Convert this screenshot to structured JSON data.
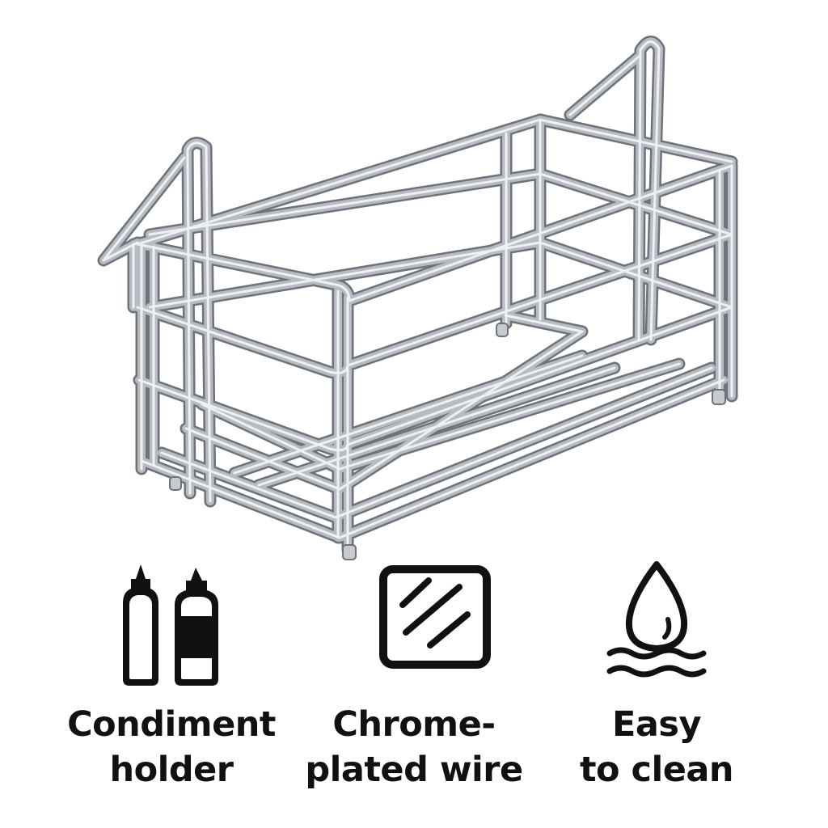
{
  "product": {
    "image": "chrome-wire-hanging-basket",
    "wire_color": "#b8bcc2",
    "wire_highlight": "#eef0f2",
    "wire_shadow": "#6e737a"
  },
  "features": [
    {
      "icon": "condiment-bottles-icon",
      "label": "Condiment\nholder"
    },
    {
      "icon": "chrome-plated-wire-icon",
      "label": "Chrome-\nplated wire"
    },
    {
      "icon": "water-drop-icon",
      "label": "Easy\nto clean"
    }
  ],
  "colors": {
    "icon": "#111111",
    "text": "#111111",
    "background": "#ffffff"
  }
}
